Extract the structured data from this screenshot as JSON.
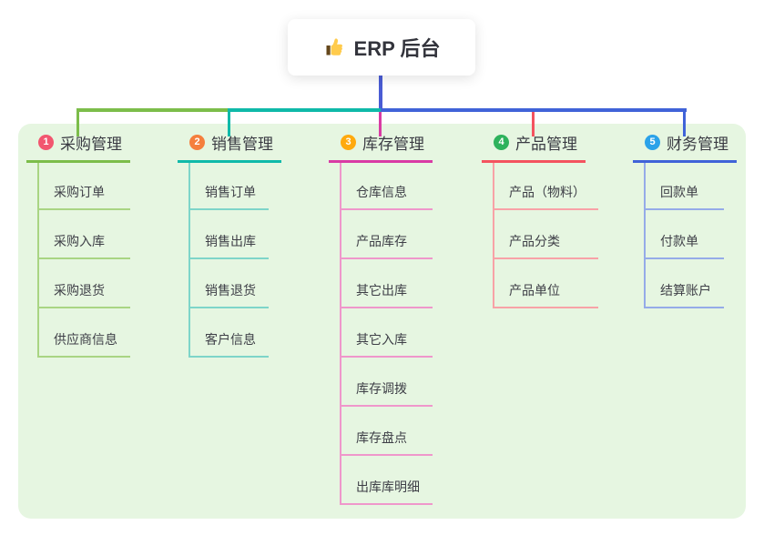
{
  "root": {
    "title": "ERP 后台",
    "icon": "thumbs-up-icon"
  },
  "colors": {
    "panel_bg": "#e6f6e1",
    "root_stem": "#4a5cd4",
    "root_text": "#33343c",
    "item_text": "#3e3f47"
  },
  "branches": [
    {
      "badge": "1",
      "title": "采购管理",
      "badge_color": "#f2566f",
      "line_color": "#7cbd4a",
      "sub_color": "#a9d583",
      "items": [
        "采购订单",
        "采购入库",
        "采购退货",
        "供应商信息"
      ]
    },
    {
      "badge": "2",
      "title": "销售管理",
      "badge_color": "#f57f3d",
      "line_color": "#0fb9a9",
      "sub_color": "#7ed5c9",
      "items": [
        "销售订单",
        "销售出库",
        "销售退货",
        "客户信息"
      ]
    },
    {
      "badge": "3",
      "title": "库存管理",
      "badge_color": "#ffaa0e",
      "line_color": "#d93ba4",
      "sub_color": "#ef97cb",
      "items": [
        "仓库信息",
        "产品库存",
        "其它出库",
        "其它入库",
        "库存调拨",
        "库存盘点",
        "出库库明细"
      ]
    },
    {
      "badge": "4",
      "title": "产品管理",
      "badge_color": "#2eb25c",
      "line_color": "#f4535f",
      "sub_color": "#f8a2a7",
      "items": [
        "产品（物料）",
        "产品分类",
        "产品单位"
      ]
    },
    {
      "badge": "5",
      "title": "财务管理",
      "badge_color": "#2ba2e9",
      "line_color": "#4063d8",
      "sub_color": "#95abe8",
      "items": [
        "回款单",
        "付款单",
        "结算账户"
      ]
    }
  ]
}
